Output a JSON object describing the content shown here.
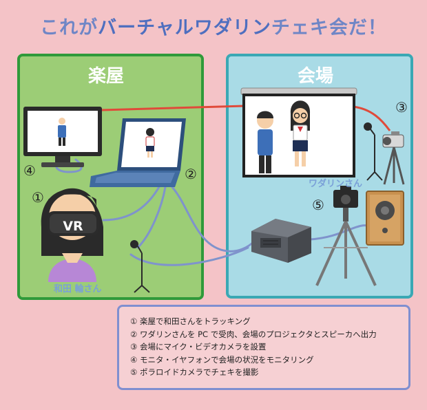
{
  "title": {
    "prefix": "これが",
    "accent": "バーチャルワダリン",
    "suffix": "チェキ会だ！"
  },
  "panels": {
    "left": "楽屋",
    "right": "会場"
  },
  "labels": {
    "performer": "ワダリンさん",
    "operator": "和田 輪さん",
    "vr": "VR"
  },
  "markers": {
    "m1": "①",
    "m2": "②",
    "m3": "③",
    "m4": "④",
    "m5": "⑤"
  },
  "legend": [
    "① 楽屋で和田さんをトラッキング",
    "② ワダリンさんを PC で受肉、会場のプロジェクタとスピーカへ出力",
    "③ 会場にマイク・ビデオカメラを設置",
    "④ モニタ・イヤフォンで会場の状況をモニタリング",
    "⑤ ポラロイドカメラでチェキを撮影"
  ],
  "colors": {
    "background": "#f4c3c7",
    "dressing_room": "#9ccd76",
    "dressing_room_border": "#2f9a3a",
    "venue": "#a9dbe6",
    "venue_border": "#3aa8b4",
    "video_cable": "#e04a3a",
    "signal_cable": "#7f93cc",
    "title_text": "#6f86c6"
  }
}
